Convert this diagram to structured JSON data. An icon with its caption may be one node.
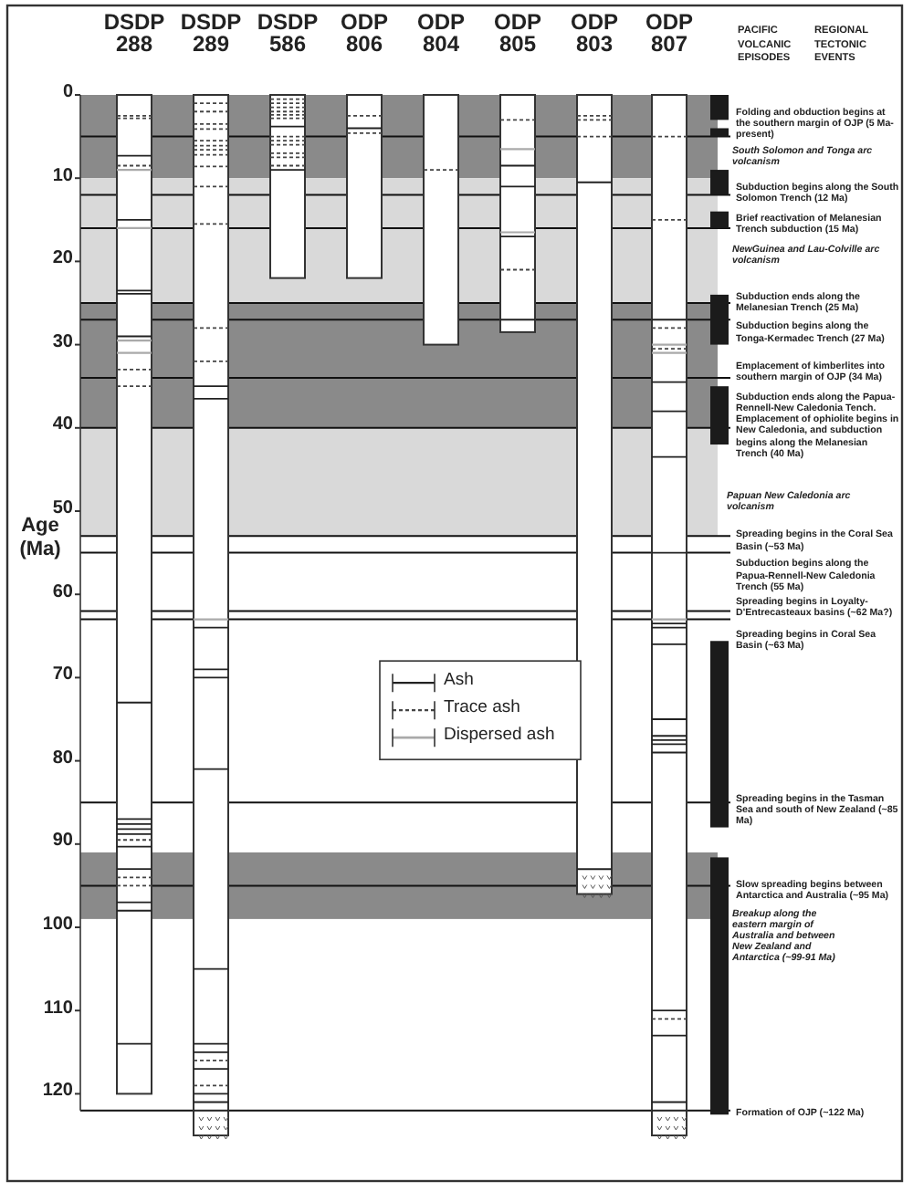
{
  "diagram": {
    "labels": [
      "DSDP 288",
      "DSDP 289",
      "DSDP 586",
      "ODP 806",
      "ODP 804",
      "ODP 805",
      "ODP 803",
      "ODP 807",
      "PACIFIC VOLCANIC EPISODES",
      "REGIONAL TECTONIC EVENTS",
      "0",
      "10",
      "20",
      "30",
      "40",
      "50",
      "60",
      "70",
      "80",
      "90",
      "100",
      "110",
      "120",
      "Age (Ma)",
      "Folding and obduction begins at the southern margin of OJP (5 Ma- present)",
      "South Solomon and Tonga arc volcanism",
      "Subduction begins along the South Solomon Trench (12 Ma)",
      "Brief reactivation of Melanesian Trench subduction (15 Ma)",
      "NewGuinea and Lau-Colville arc volcanism",
      "Subduction ends along the Melanesian Trench (25 Ma)",
      "Subduction begins along the Tonga-Kermadec Trench (27 Ma)",
      "Emplacement of kimberlites into southern margin of OJP (34 Ma)",
      "Subduction ends along the Papua-Rennell-New Caledonia Tench. Emplacement of ophiolite begins in New Caledonia, and subduction begins along the Melanesian Trench (40 Ma)",
      "Papuan New Caledonia arc volcanism",
      "Spreading begins in the Coral Sea Basin (~53 Ma)",
      "Subduction begins along the Papua-Rennell-New Caledonia Trench (55 Ma)",
      "Spreading begins in Loyalty-D'Entrecasteaux basins (~62 Ma?)",
      "Spreading begins in Coral Sea Basin (~63 Ma)",
      "Spreading begins in the Tasman Sea and south of New Zealand (~85 Ma)",
      "Slow spreading begins between Antarctica and Australia (~95 Ma)",
      "Breakup along the eastern margin of Australia and between New Zealand and Antarctica (~99-91 Ma)",
      "Formation of OJP (~122 Ma)"
    ],
    "legend": [
      {
        "text": "Ash"
      },
      {
        "text": "Trace ash"
      },
      {
        "text": "Dispersed ash"
      }
    ]
  }
}
